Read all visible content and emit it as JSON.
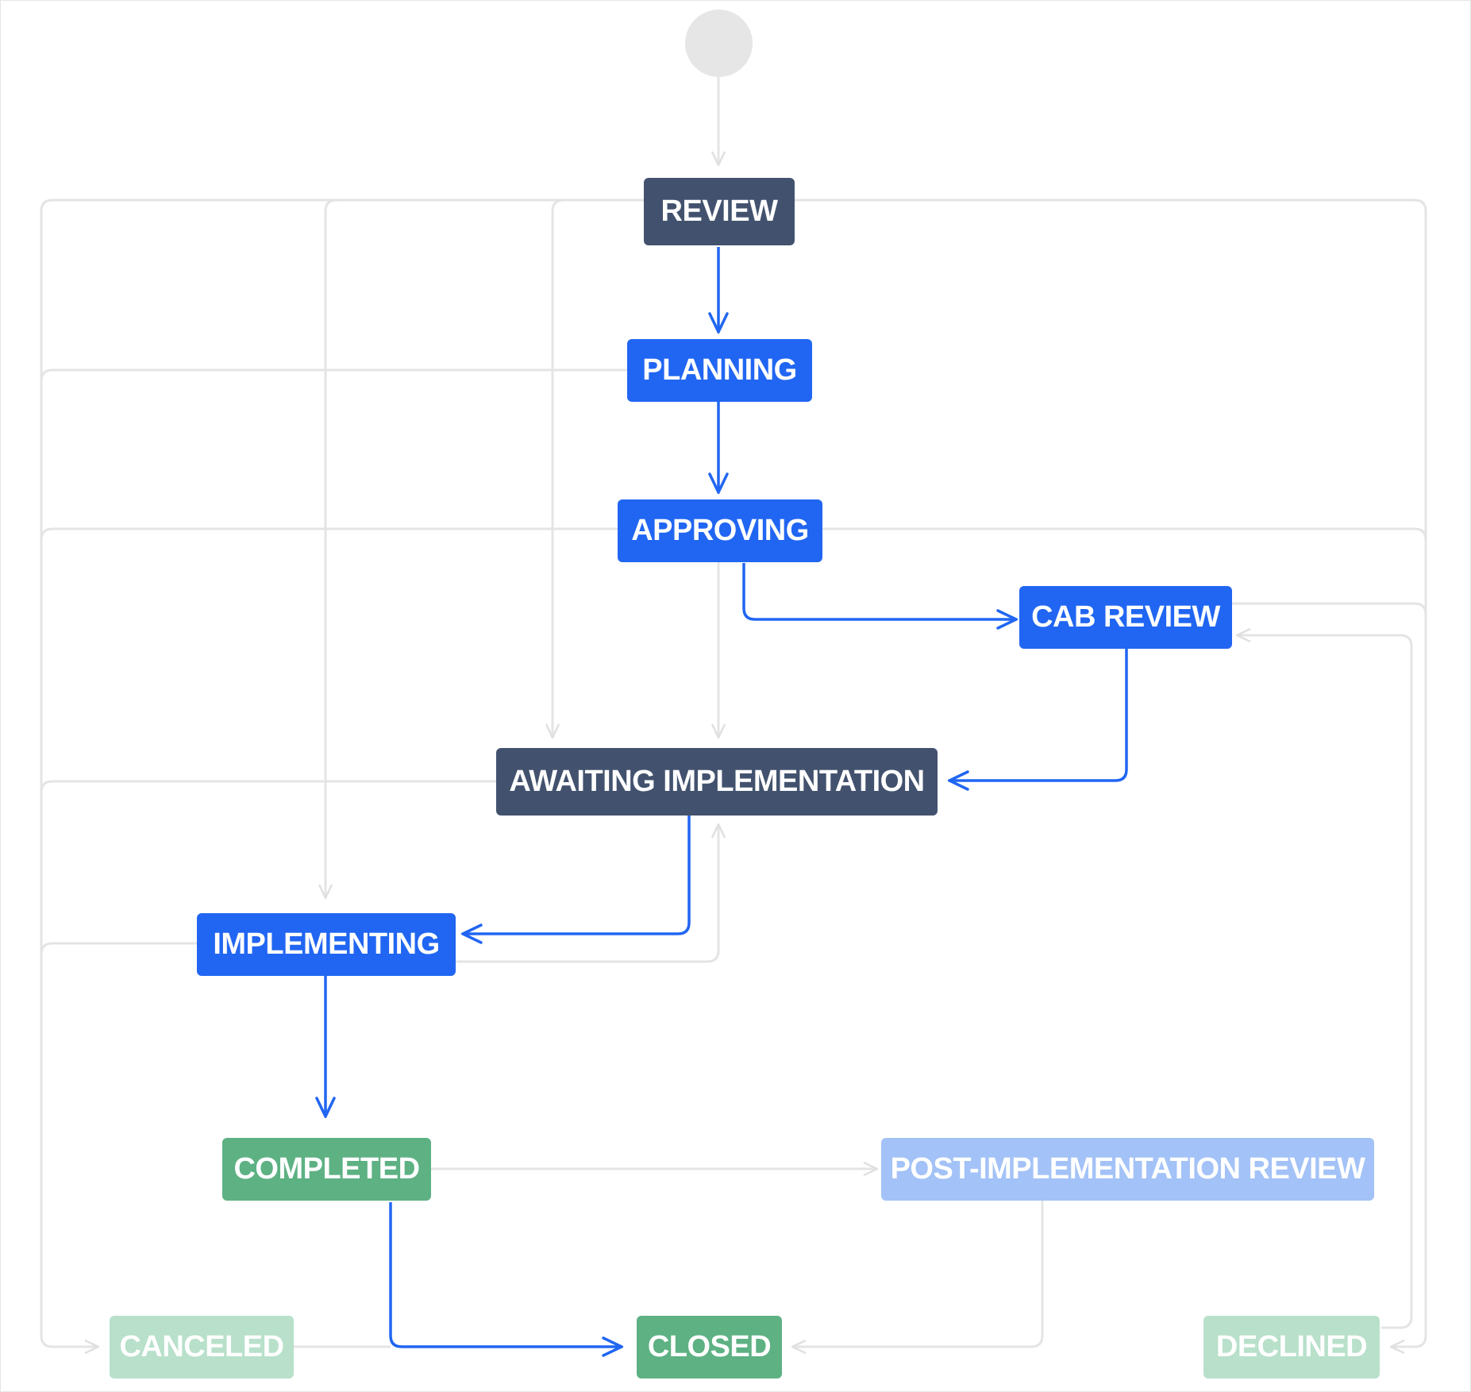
{
  "statuses": {
    "review": "REVIEW",
    "planning": "PLANNING",
    "approving": "APPROVING",
    "cab_review": "CAB REVIEW",
    "awaiting_implementation": "AWAITING IMPLEMENTATION",
    "implementing": "IMPLEMENTING",
    "completed": "COMPLETED",
    "post_implementation_review": "POST-IMPLEMENTATION REVIEW",
    "canceled": "CANCELED",
    "closed": "CLOSED",
    "declined": "DECLINED"
  },
  "colors": {
    "dark": "#42526e",
    "blue": "#2166f2",
    "green": "#5db183",
    "light_blue": "#a3c2f7",
    "light_green": "#b8e0ca",
    "start_circle": "#e6e6e6",
    "inactive_edge": "#e4e4e4",
    "active_edge": "#2166f2"
  },
  "transitions": [
    {
      "from": "start",
      "to": "review",
      "active": false
    },
    {
      "from": "review",
      "to": "planning",
      "active": true
    },
    {
      "from": "planning",
      "to": "approving",
      "active": true
    },
    {
      "from": "approving",
      "to": "cab_review",
      "active": true
    },
    {
      "from": "cab_review",
      "to": "awaiting_implementation",
      "active": true
    },
    {
      "from": "awaiting_implementation",
      "to": "implementing",
      "active": true
    },
    {
      "from": "implementing",
      "to": "completed",
      "active": true
    },
    {
      "from": "completed",
      "to": "closed",
      "active": true
    },
    {
      "from": "completed",
      "to": "post_implementation_review",
      "active": false
    },
    {
      "from": "post_implementation_review",
      "to": "closed",
      "active": false
    },
    {
      "from": "review",
      "to": "awaiting_implementation",
      "active": false
    },
    {
      "from": "review",
      "to": "implementing",
      "active": false
    },
    {
      "from": "approving",
      "to": "awaiting_implementation",
      "active": false
    },
    {
      "from": "implementing",
      "to": "awaiting_implementation",
      "active": false
    },
    {
      "from": "review",
      "to": "canceled",
      "active": false
    },
    {
      "from": "planning",
      "to": "canceled",
      "active": false
    },
    {
      "from": "approving",
      "to": "canceled",
      "active": false
    },
    {
      "from": "awaiting_implementation",
      "to": "canceled",
      "active": false
    },
    {
      "from": "implementing",
      "to": "canceled",
      "active": false
    },
    {
      "from": "review",
      "to": "declined",
      "active": false
    },
    {
      "from": "approving",
      "to": "declined",
      "active": false
    },
    {
      "from": "cab_review",
      "to": "declined",
      "active": false
    },
    {
      "from": "declined",
      "to": "cab_review",
      "active": false
    },
    {
      "from": "canceled",
      "to": "closed",
      "active": false
    }
  ]
}
